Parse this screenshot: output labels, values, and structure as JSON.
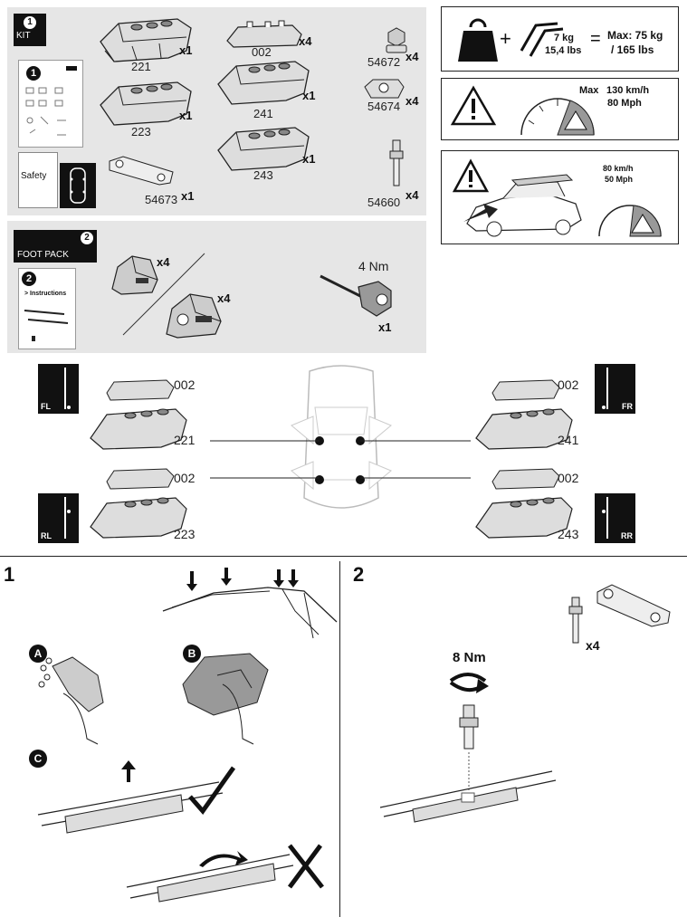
{
  "kit": {
    "badge_num": "1",
    "badge_label": "KIT",
    "step_num": "1",
    "safety_label": "Safety",
    "parts": [
      {
        "code": "221",
        "qty": "x1"
      },
      {
        "code": "002",
        "qty": "x4"
      },
      {
        "code": "54672",
        "qty": "x4"
      },
      {
        "code": "223",
        "qty": "x1"
      },
      {
        "code": "241",
        "qty": "x1"
      },
      {
        "code": "54674",
        "qty": "x4"
      },
      {
        "code": "243",
        "qty": "x1"
      },
      {
        "code": "54673",
        "qty": "x1"
      },
      {
        "code": "54660",
        "qty": "x4"
      }
    ]
  },
  "foot_pack": {
    "badge_num": "2",
    "badge_label": "FOOT PACK",
    "step_num": "2",
    "instructions_label": "> Instructions",
    "foot_a_qty": "x4",
    "foot_b_qty": "x4",
    "torque_label": "4 Nm",
    "tool_qty": "x1"
  },
  "load": {
    "weight_kg": "7 kg",
    "weight_lbs": "15,4 lbs",
    "max_line1": "Max: 75 kg",
    "max_line2": "/ 165 lbs",
    "plus": "+",
    "equals": "="
  },
  "speed": {
    "max_label": "Max",
    "kmh": "130 km/h",
    "mph": "80 Mph"
  },
  "wind": {
    "kmh": "80 km/h",
    "mph": "50 Mph"
  },
  "positions": {
    "fl": {
      "label": "FL",
      "foot": "221",
      "pad": "002"
    },
    "fr": {
      "label": "FR",
      "foot": "241",
      "pad": "002"
    },
    "rl": {
      "label": "RL",
      "foot": "223",
      "pad": "002"
    },
    "rr": {
      "label": "RR",
      "foot": "243",
      "pad": "002"
    }
  },
  "steps": {
    "s1": {
      "num": "1",
      "a": "A",
      "b": "B",
      "c": "C"
    },
    "s2": {
      "num": "2",
      "torque": "8 Nm",
      "qty": "x4"
    }
  }
}
